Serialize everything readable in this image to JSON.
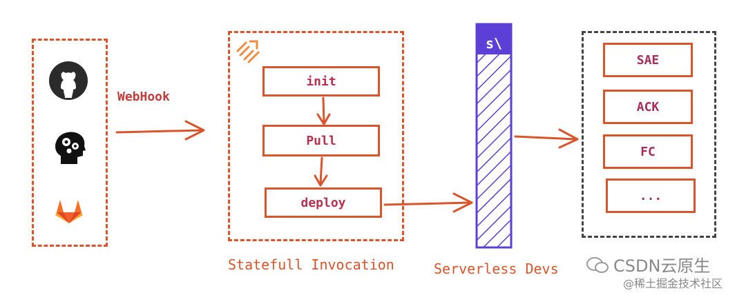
{
  "sources": {
    "icons": [
      "github-icon",
      "brain-gears-icon",
      "gitlab-icon"
    ]
  },
  "webhook_label": "WebHook",
  "stateful": {
    "steps": [
      "init",
      "Pull",
      "deploy"
    ],
    "caption": "Statefull Invocation"
  },
  "serverless": {
    "logo_text": "s\\",
    "caption": "Serverless Devs"
  },
  "targets": {
    "items": [
      "SAE",
      "ACK",
      "FC",
      "..."
    ]
  },
  "watermark": {
    "line1": "CSDN云原生",
    "line2": "@稀土掘金技术社区"
  },
  "colors": {
    "accent": "#d9542b",
    "text": "#b8304f",
    "serverless": "#5b3fd6",
    "target_border": "#444444"
  }
}
